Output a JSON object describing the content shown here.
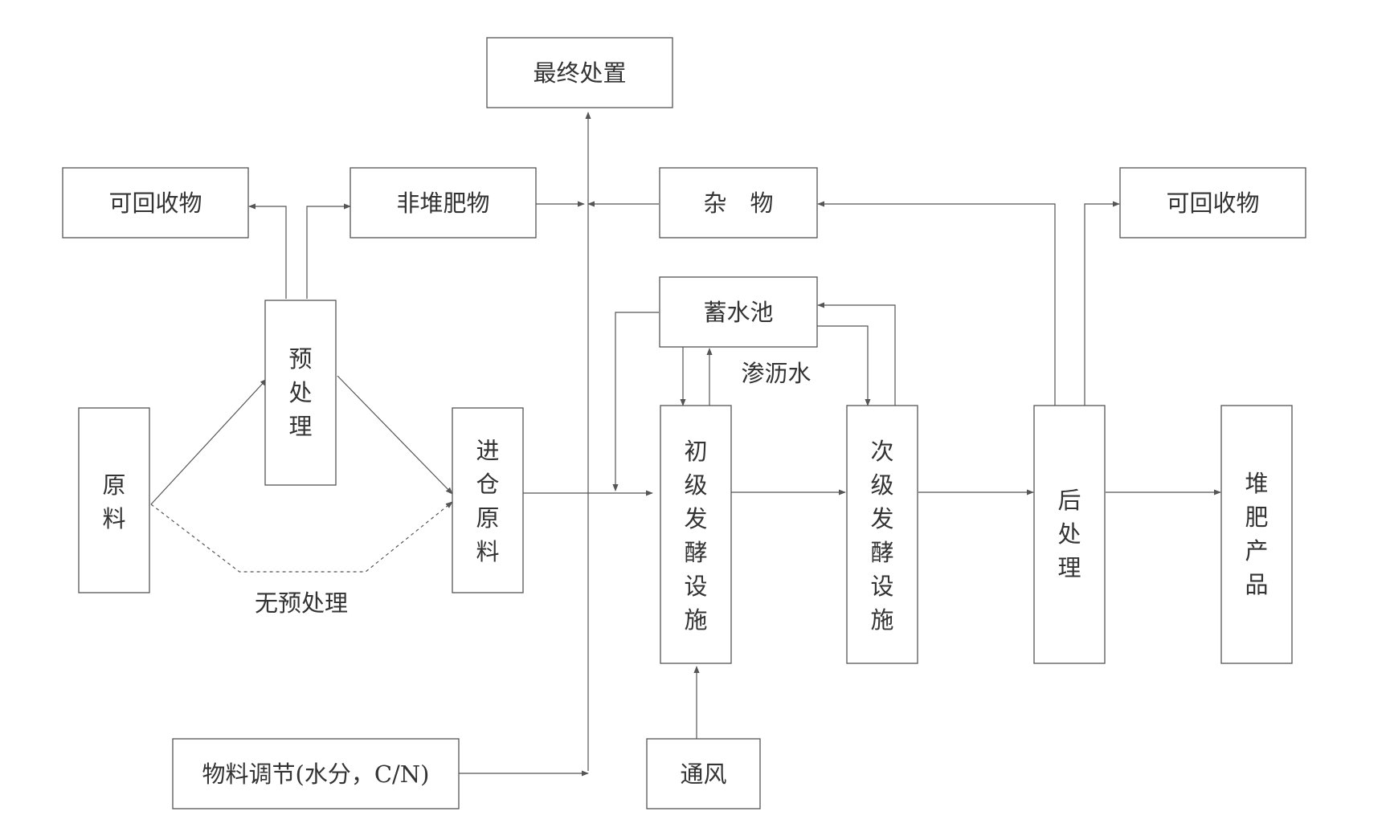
{
  "nodes": {
    "final_disposal": "最终处置",
    "recyclables_left": "可回收物",
    "non_compost": "非堆肥物",
    "debris": "杂　物",
    "recyclables_right": "可回收物",
    "pretreatment": "预处理",
    "raw_material": "原料",
    "bin_feed": "进仓原料",
    "reservoir": "蓄水池",
    "primary_fermentation": "初级发酵设施",
    "secondary_fermentation": "次级发酵设施",
    "post_treatment": "后处理",
    "compost_product": "堆肥产品",
    "material_adjustment": "物料调节(水分，C/N)",
    "aeration": "通风"
  },
  "labels": {
    "leachate": "渗沥水",
    "no_pretreatment": "无预处理"
  },
  "colors": {
    "stroke": "#555555",
    "text": "#333333",
    "background": "#ffffff"
  }
}
